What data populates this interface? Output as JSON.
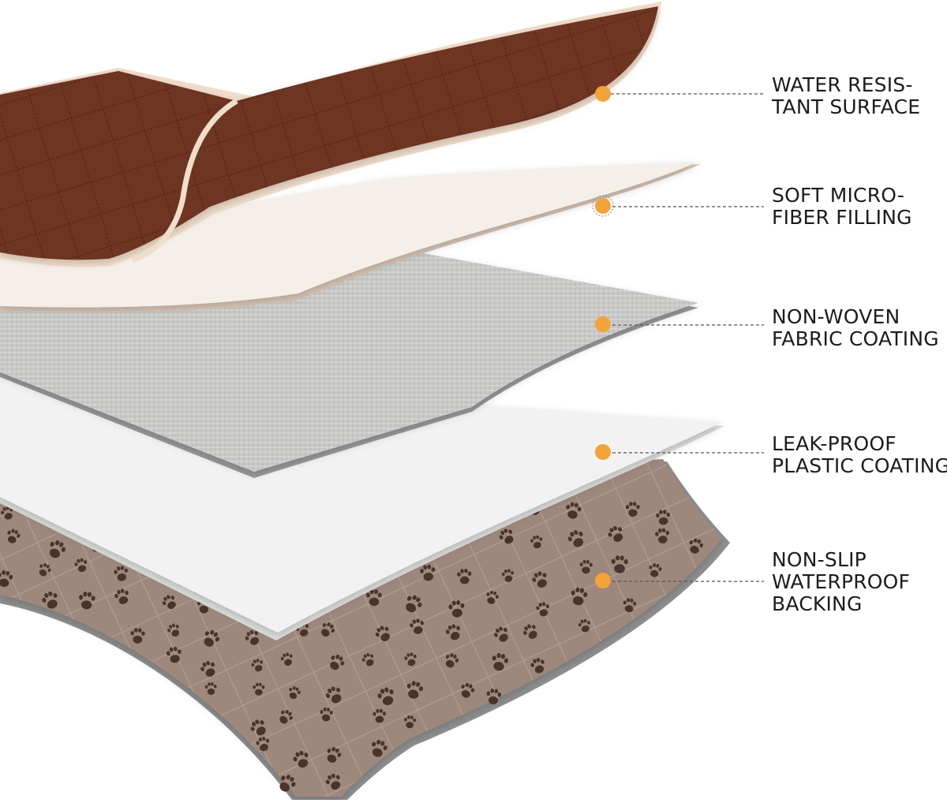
{
  "diagram": {
    "layers": [
      {
        "name": "surface",
        "lines": [
          "WATER RESIS-",
          "TANT SURFACE"
        ]
      },
      {
        "name": "filling",
        "lines": [
          "SOFT MICRO-",
          "FIBER FILLING"
        ]
      },
      {
        "name": "nonwoven",
        "lines": [
          "NON-WOVEN",
          "FABRIC COATING"
        ]
      },
      {
        "name": "plastic",
        "lines": [
          "LEAK-PROOF",
          "PLASTIC COATING"
        ]
      },
      {
        "name": "backing",
        "lines": [
          "NON-SLIP",
          "WATERPROOF",
          "BACKING"
        ]
      }
    ]
  },
  "colors": {
    "marker": "#F2A33A",
    "surface": "#6E3424",
    "surface_edge": "#F1DDCB",
    "filling": "#F4EFE8",
    "nonwoven": "#C8C8C6",
    "plastic": "#F0F0F0",
    "backing": "#9E887B",
    "paw": "#4A3328"
  }
}
